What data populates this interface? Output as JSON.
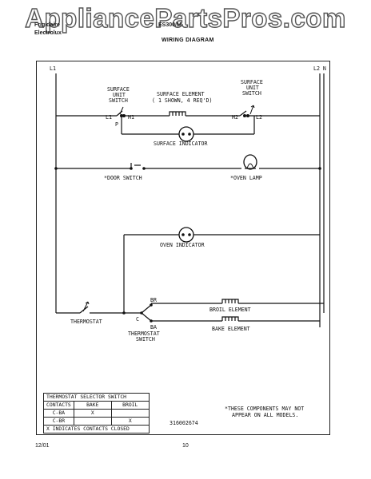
{
  "watermark": "AppliancePartsPros.com",
  "header": {
    "brand_line1": "Frigidaire",
    "brand_line2": "Electrolux",
    "model": "ES300/M",
    "title": "WIRING DIAGRAM"
  },
  "diagram": {
    "line_l1": "L1",
    "line_l2n": "L2 N",
    "surface_unit_switch_left": [
      "SURFACE",
      "UNIT",
      "SWITCH"
    ],
    "surface_element": [
      "SURFACE ELEMENT",
      "( 1 SHOWN, 4 REQ'D)"
    ],
    "surface_unit_switch_right": [
      "SURFACE",
      "UNIT",
      "SWITCH"
    ],
    "terminal_l1": "L1",
    "terminal_h1": "H1",
    "terminal_p": "P",
    "terminal_h2": "H2",
    "terminal_l2": "L2",
    "surface_indicator": "SURFACE INDICATOR",
    "door_switch": "*DOOR SWITCH",
    "oven_lamp": "*OVEN LAMP",
    "oven_indicator": "OVEN INDICATOR",
    "thermostat": "THERMOSTAT",
    "terminal_c": "C",
    "terminal_br": "BR",
    "terminal_ba": "BA",
    "thermostat_switch": [
      "THERMOSTAT",
      "SWITCH"
    ],
    "broil_element": "BROIL ELEMENT",
    "bake_element": "BAKE ELEMENT",
    "note": [
      "*THESE COMPONENTS MAY NOT",
      "APPEAR ON ALL MODELS."
    ],
    "part_number": "316002674"
  },
  "selector_table": {
    "title": "THERMOSTAT SELECTOR SWITCH",
    "columns": [
      "CONTACTS",
      "BAKE",
      "BROIL"
    ],
    "rows": [
      [
        "C-BA",
        "X",
        ""
      ],
      [
        "C-BR",
        "",
        "X"
      ]
    ],
    "footnote": "X INDICATES CONTACTS CLOSED"
  },
  "footer": {
    "date": "12/01",
    "page": "10"
  }
}
